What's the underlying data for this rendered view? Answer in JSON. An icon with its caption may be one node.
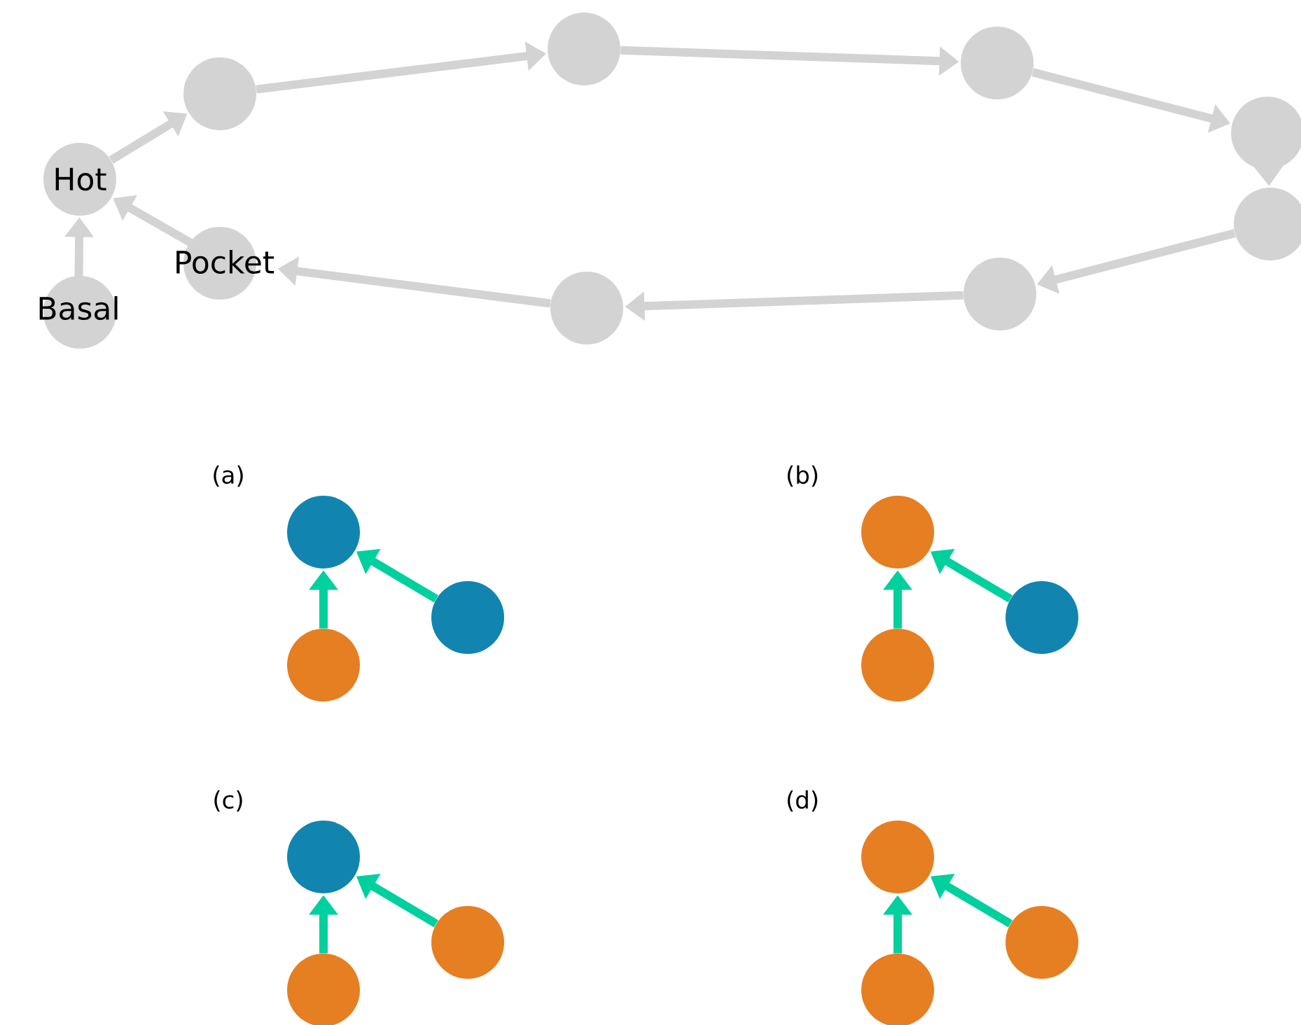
{
  "diagram": {
    "nodes": [
      {
        "text": [
          "Basal"
        ]
      },
      {
        "text": [
          "Hot"
        ]
      },
      {
        "text": [],
        "shape": "circle"
      },
      {
        "text": [],
        "shape": "circle"
      },
      {
        "text": [],
        "shape": "circle"
      },
      {
        "text": [],
        "shape": "circle"
      },
      {
        "text": [],
        "shape": "circle"
      },
      {
        "text": [],
        "shape": "circle"
      },
      {
        "text": [],
        "shape": "circle"
      },
      {
        "text": [
          "Pocket"
        ]
      },
      {
        "text": [],
        "shape": "circle"
      },
      {
        "text": [],
        "shape": "circle"
      },
      {
        "text": [],
        "shape": "circle"
      },
      {
        "text": [],
        "shape": "circle"
      },
      {
        "text": [],
        "shape": "circle"
      },
      {
        "text": [],
        "shape": "circle"
      },
      {
        "text": [],
        "shape": "circle"
      },
      {
        "text": [],
        "shape": "circle"
      },
      {
        "text": [],
        "shape": "circle"
      },
      {
        "text": [],
        "shape": "circle"
      },
      {
        "text": [],
        "shape": "circle"
      },
      {
        "text": [],
        "shape": "circle"
      }
    ],
    "edges": [
      {
        "from": 0,
        "to": 1,
        "arrow": "to"
      },
      {
        "from": 1,
        "to": 2,
        "arrow": "to"
      },
      {
        "from": 2,
        "to": 3,
        "arrow": "to"
      },
      {
        "from": 3,
        "to": 4,
        "arrow": "to"
      },
      {
        "from": 4,
        "to": 5,
        "arrow": "to"
      },
      {
        "from": 5,
        "to": 6,
        "arrow": "to"
      },
      {
        "from": 6,
        "to": 7,
        "arrow": "to"
      },
      {
        "from": 7,
        "to": 8,
        "arrow": "to"
      },
      {
        "from": 8,
        "to": 9,
        "arrow": "to"
      },
      {
        "from": 9,
        "to": 1,
        "arrow": "to"
      },
      {
        "from": 12,
        "to": 10,
        "arrow": "to",
        "color": "#00d09e"
      },
      {
        "from": 11,
        "to": 10,
        "arrow": "to",
        "color": "#00d09e"
      },
      {
        "from": 15,
        "to": 13,
        "arrow": "to",
        "color": "#00d09e"
      },
      {
        "from": 14,
        "to": 13,
        "arrow": "to",
        "color": "#00d09e"
      },
      {
        "from": 18,
        "to": 16,
        "arrow": "to",
        "color": "#00d09e"
      },
      {
        "from": 17,
        "to": 16,
        "arrow": "to",
        "color": "#00d09e"
      },
      {
        "from": 21,
        "to": 19,
        "arrow": "to",
        "color": "#00d09e"
      },
      {
        "from": 20,
        "to": 19,
        "arrow": "to",
        "color": "#00d09e"
      }
    ],
    "labels": [
      "(a)",
      "(b)",
      "(c)",
      "(d)"
    ]
  }
}
